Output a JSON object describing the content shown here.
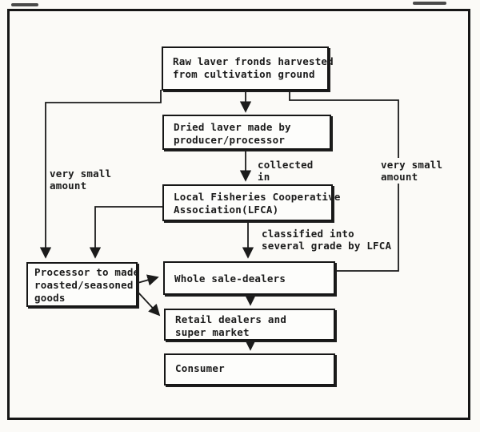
{
  "diagram": {
    "ink_color": "#1b1b1b",
    "paper_color": "#fbfaf7",
    "boxes": {
      "raw_laver": {
        "line1": "Raw laver fronds harvested",
        "line2": "from cultivation ground"
      },
      "dried_laver": {
        "line1": "Dried laver made by",
        "line2": "producer/processor"
      },
      "lfca": {
        "line1": "Local Fisheries Cooperative",
        "line2": "Association(LFCA)"
      },
      "wholesale": {
        "line1": "Whole sale-dealers"
      },
      "retail": {
        "line1": "Retail dealers and",
        "line2": "super market"
      },
      "consumer": {
        "line1": "Consumer"
      },
      "processor": {
        "line1": "Processor to made",
        "line2": "roasted/seasoned",
        "line3": "goods"
      }
    },
    "labels": {
      "collected": {
        "line1": "collected",
        "line2": "in"
      },
      "classified": {
        "line1": "classified into",
        "line2": "several grade by LFCA"
      },
      "very_small_left": {
        "line1": "very small",
        "line2": "amount"
      },
      "very_small_right": {
        "line1": "very small",
        "line2": "amount"
      }
    }
  }
}
